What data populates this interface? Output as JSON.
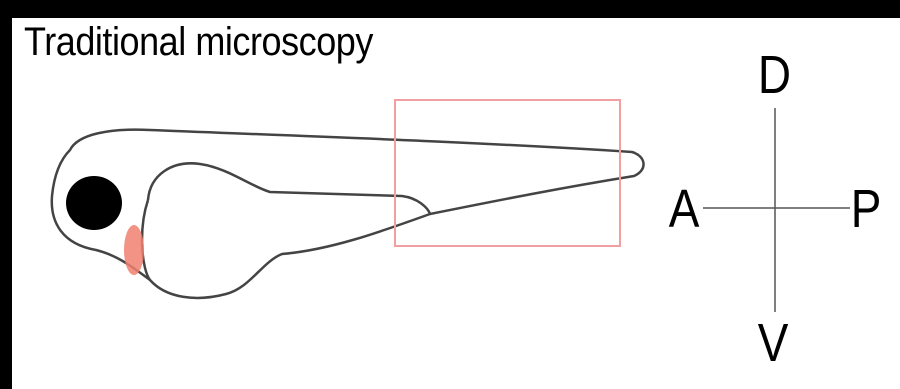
{
  "title": "Traditional microscopy",
  "axes": {
    "dorsal": "D",
    "ventral": "V",
    "anterior": "A",
    "posterior": "P"
  },
  "colors": {
    "frame": "#000000",
    "background": "#ffffff",
    "outline": "#444444",
    "eye": "#000000",
    "heart": "#f08070",
    "highlight_box": "#f0a0a0"
  }
}
